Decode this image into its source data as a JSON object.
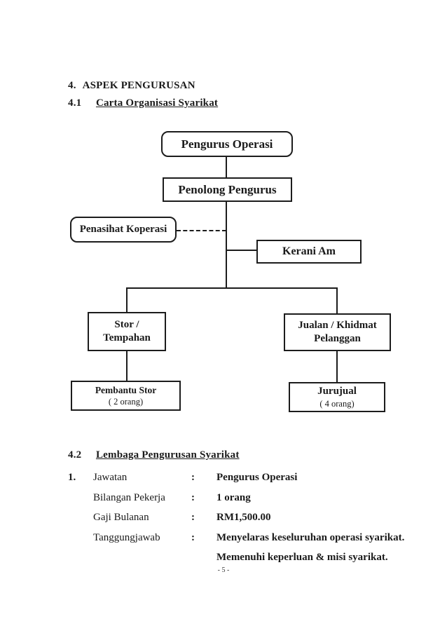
{
  "document": {
    "heading": {
      "number": "4.",
      "title": "ASPEK PENGURUSAN"
    },
    "subheading": {
      "number": "4.1",
      "title": "Carta Organisasi Syarikat"
    },
    "section2": {
      "number": "4.2",
      "title": "Lembaga Pengurusan Syarikat"
    },
    "footer_page_number": "- 5 -"
  },
  "org_chart": {
    "type": "hierarchy-diagram",
    "pengurus_operasi": "Pengurus Operasi",
    "penolong_pengurus": "Penolong Pengurus",
    "penasihat_koperasi": "Penasihat Koperasi",
    "kerani_am": "Kerani Am",
    "stor_line1": "Stor /",
    "stor_line2": "Tempahan",
    "jualan_line1": "Jualan / Khidmat",
    "jualan_line2": "Pelanggan",
    "pembantu_title": "Pembantu Stor",
    "pembantu_count": "( 2 orang)",
    "jurujual_title": "Jurujual",
    "jurujual_count": "( 4 orang)"
  },
  "details": {
    "item_number": "1.",
    "rows": [
      {
        "label": "Jawatan",
        "colon": ":",
        "value": "Pengurus Operasi"
      },
      {
        "label": "Bilangan Pekerja",
        "colon": ":",
        "value": "1 orang"
      },
      {
        "label": "Gaji Bulanan",
        "colon": ":",
        "value": "RM1,500.00"
      },
      {
        "label": "Tanggungjawab",
        "colon": ":",
        "value": "Menyelaras keseluruhan operasi syarikat."
      },
      {
        "label": "",
        "colon": "",
        "value": "Memenuhi keperluan & misi syarikat."
      }
    ]
  },
  "colors": {
    "text": "#1a1a1a",
    "border": "#1c1c1c",
    "background": "#ffffff"
  }
}
